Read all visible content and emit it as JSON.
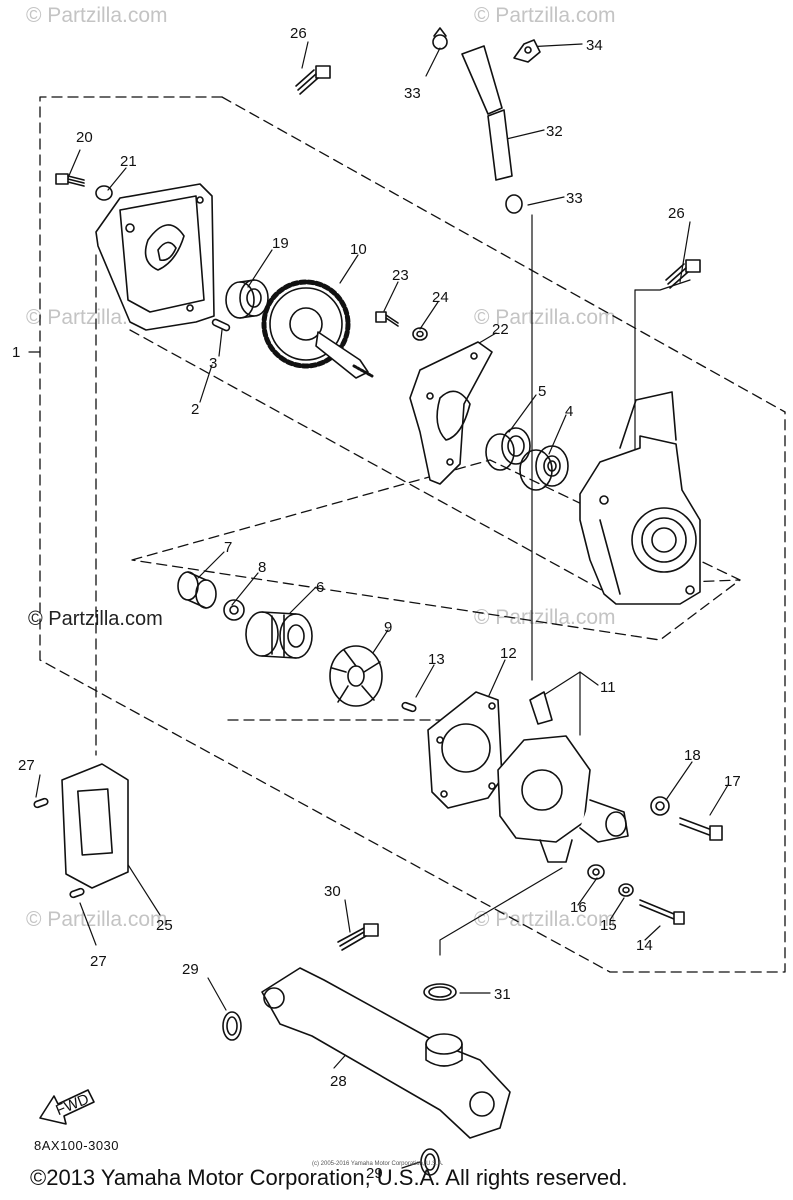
{
  "watermarks": {
    "top_left": "© Partzilla.com",
    "top_right": "© Partzilla.com",
    "mid_left": "© Partzilla.com",
    "mid_right": "© Partzilla.com",
    "center_left": "© Partzilla.com",
    "center_right": "© Partzilla.com",
    "low_left": "© Partzilla.com",
    "low_right": "© Partzilla.com"
  },
  "part_labels": {
    "p1": "1",
    "p2": "2",
    "p3": "3",
    "p4": "4",
    "p5": "5",
    "p6": "6",
    "p7": "7",
    "p8": "8",
    "p9": "9",
    "p10": "10",
    "p11": "11",
    "p12": "12",
    "p13": "13",
    "p14": "14",
    "p15": "15",
    "p16": "16",
    "p17": "17",
    "p18": "18",
    "p19": "19",
    "p20": "20",
    "p21": "21",
    "p22": "22",
    "p23": "23",
    "p24": "24",
    "p25": "25",
    "p26a": "26",
    "p26b": "26",
    "p27a": "27",
    "p27b": "27",
    "p28": "28",
    "p29a": "29",
    "p29b": "29",
    "p30": "30",
    "p31": "31",
    "p32": "32",
    "p33a": "33",
    "p33b": "33",
    "p34": "34"
  },
  "fwd_label": "FWD",
  "catalog_code": "8AX100-3030",
  "tiny_note": "(c) 2005-2016 Yamaha Motor Corporation, U.S.A.",
  "copyright": "©2013 Yamaha Motor Corporation, U.S.A. All rights reserved."
}
